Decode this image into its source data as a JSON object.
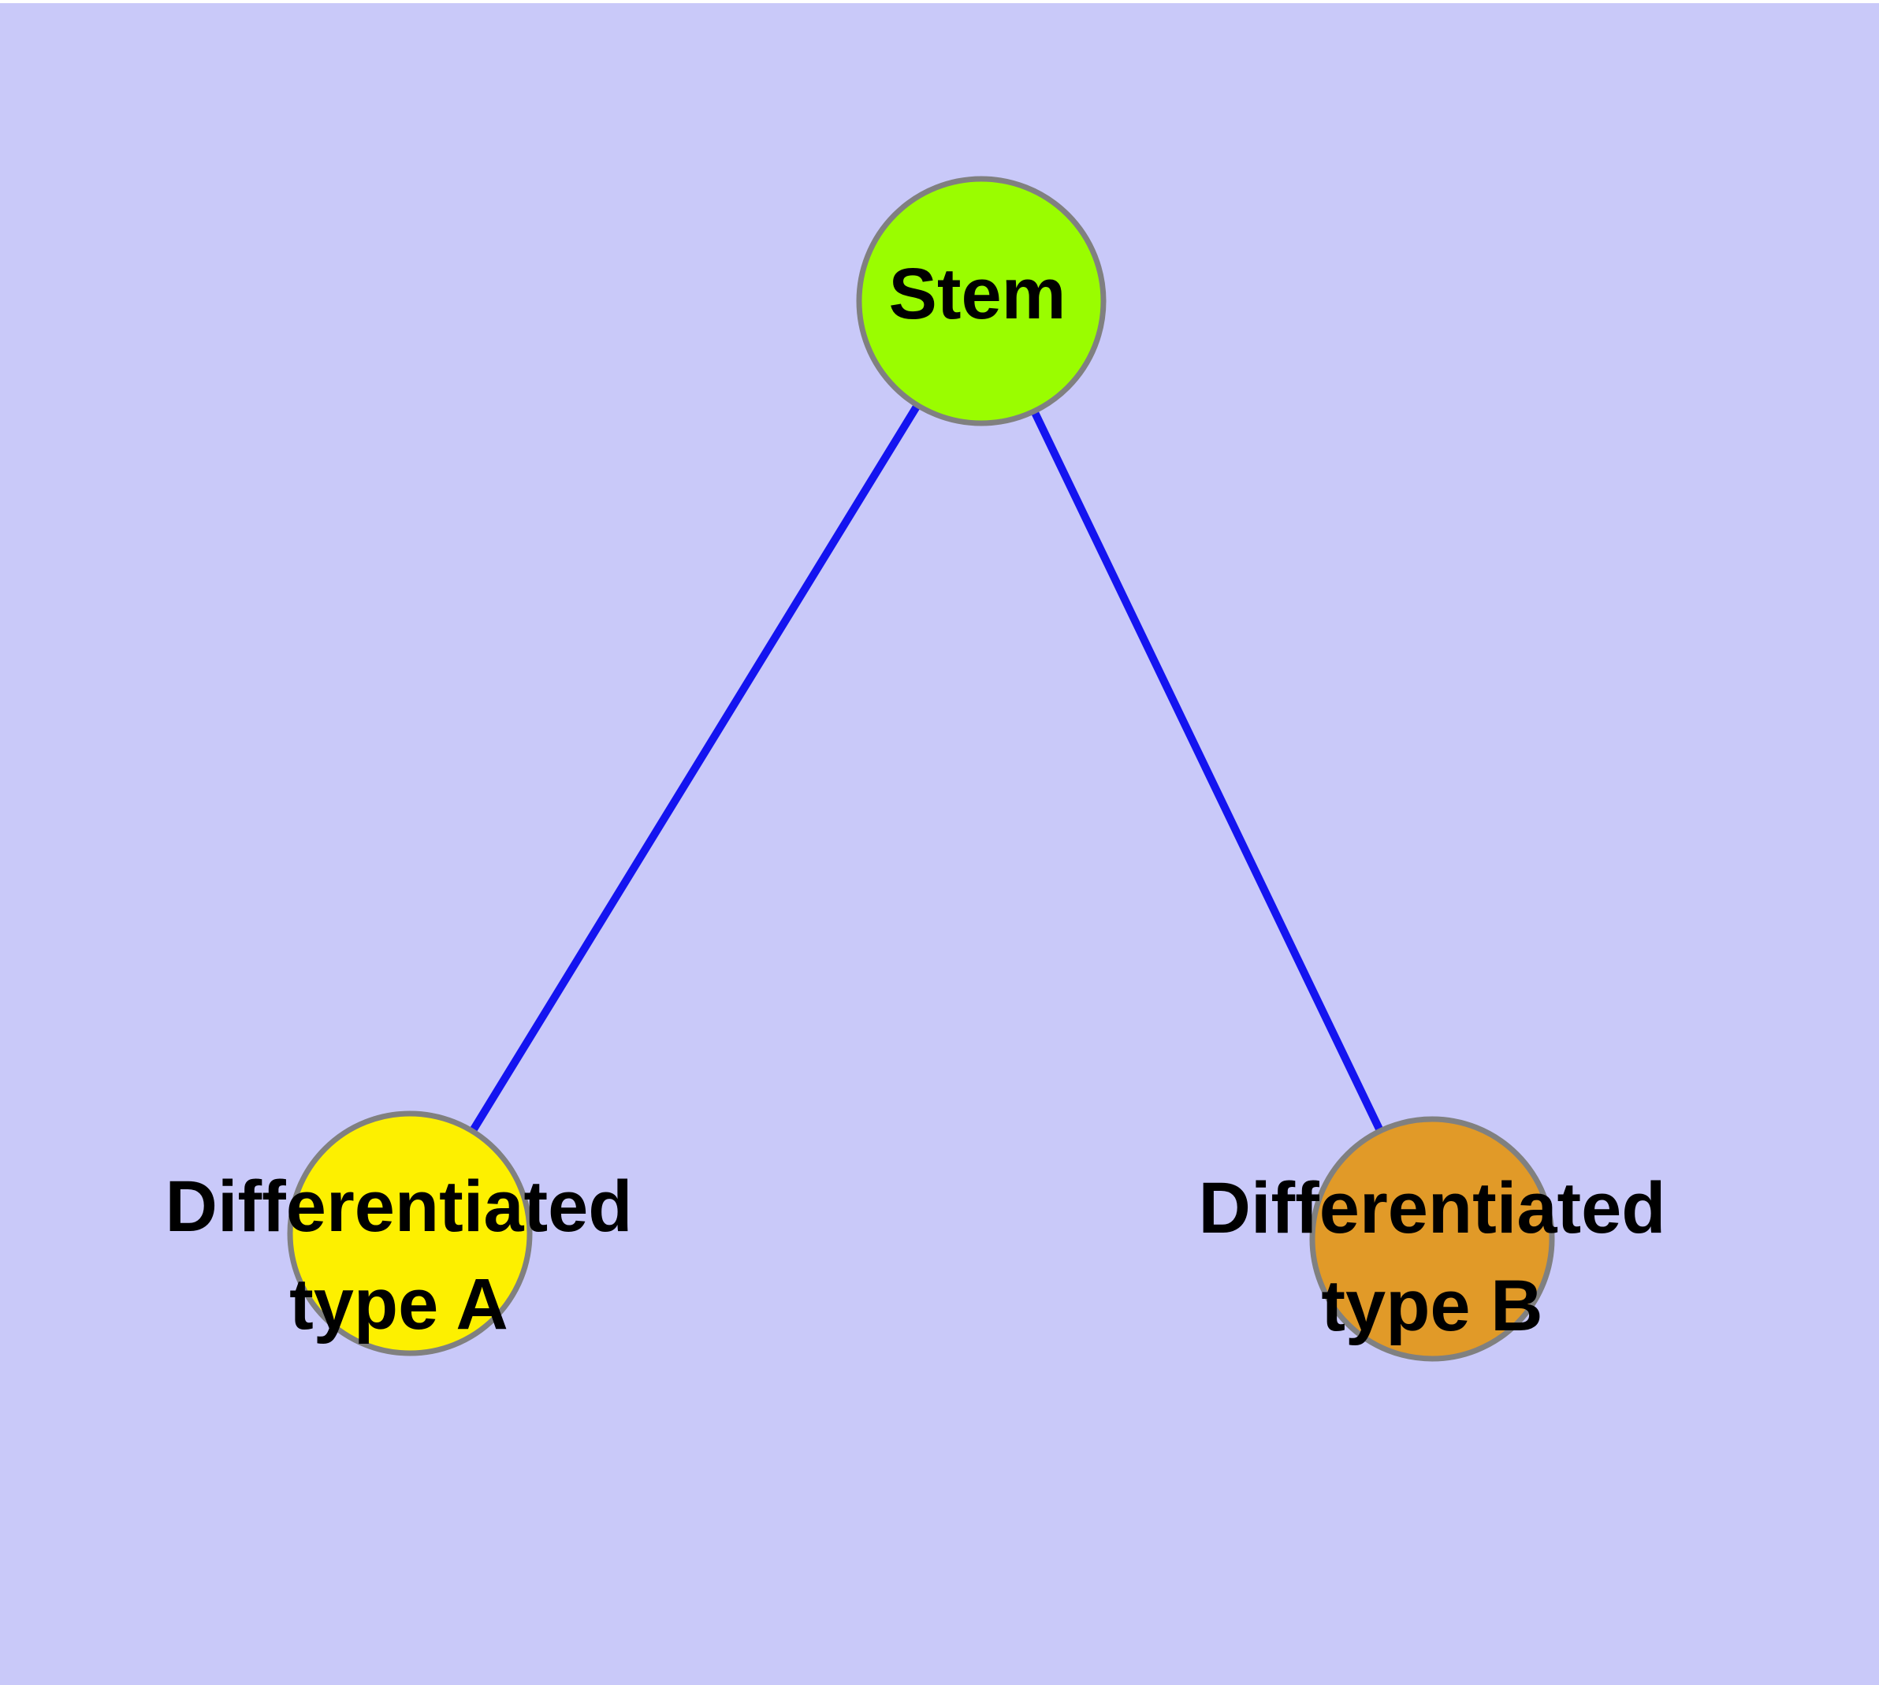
{
  "diagram": {
    "background_color": "#C9C9F9",
    "top_strip_color": "#FFFFFF",
    "node_border_color": "#808080",
    "edge_color": "#1414F0",
    "text_color": "#000000",
    "nodes": [
      {
        "id": "stem",
        "label": "Stem",
        "label_lines": [
          "Stem"
        ],
        "fill": "#9AFD00"
      },
      {
        "id": "typeA",
        "label": "Differentiated type A",
        "label_lines": [
          "Differentiated",
          "type A"
        ],
        "fill": "#FDF000"
      },
      {
        "id": "typeB",
        "label": "Differentiated type B",
        "label_lines": [
          "Differentiated",
          "type B"
        ],
        "fill": "#E19A28"
      }
    ],
    "edges": [
      {
        "source": "stem",
        "target": "typeA"
      },
      {
        "source": "stem",
        "target": "typeB"
      }
    ]
  }
}
